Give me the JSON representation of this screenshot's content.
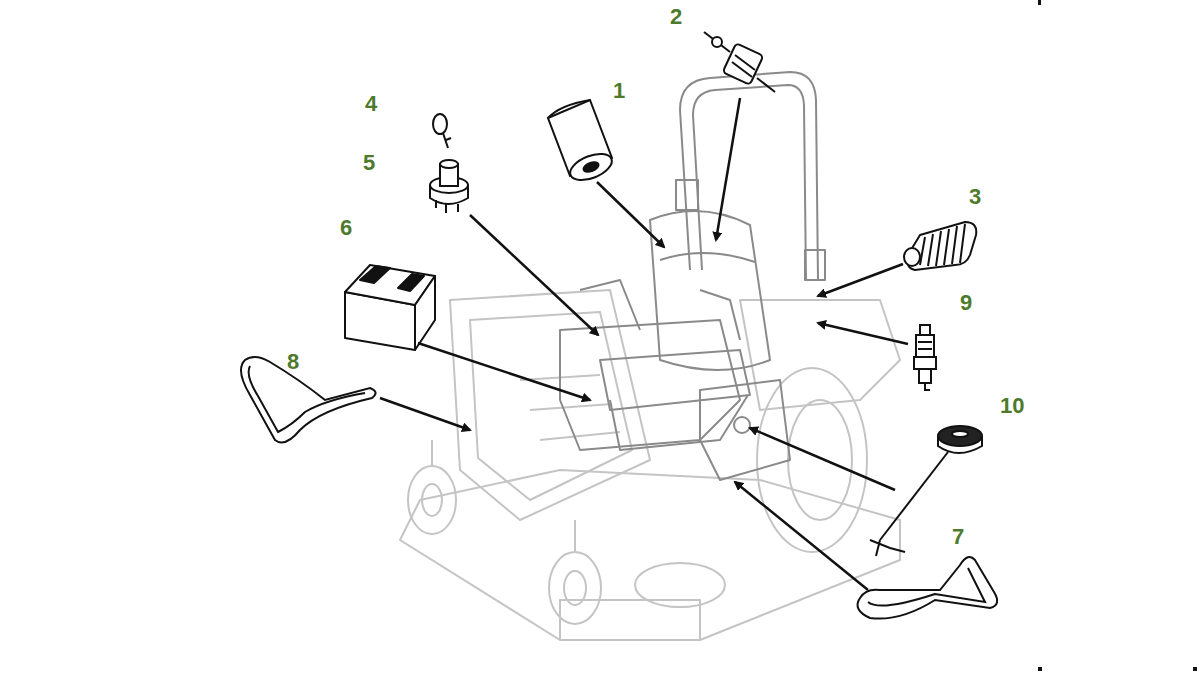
{
  "diagram": {
    "labels": [
      "2",
      "4",
      "1",
      "5",
      "3",
      "6",
      "9",
      "8",
      "10",
      "7"
    ]
  }
}
